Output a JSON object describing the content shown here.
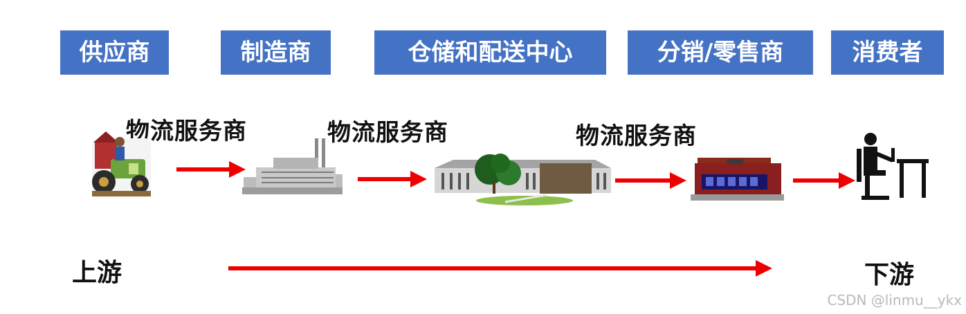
{
  "stages": [
    {
      "label": "供应商"
    },
    {
      "label": "制造商"
    },
    {
      "label": "仓储和配送中心"
    },
    {
      "label": "分销/零售商"
    },
    {
      "label": "消费者"
    }
  ],
  "logistics_labels": [
    "物流服务商",
    "物流服务商",
    "物流服务商"
  ],
  "flow": {
    "upstream": "上游",
    "downstream": "下游"
  },
  "watermark": "CSDN @linmu__ykx",
  "colors": {
    "stage_fill": "#4472c4",
    "arrow": "#ee0000",
    "text": "#111111"
  },
  "icons": [
    "farmer-tractor-icon",
    "factory-icon",
    "warehouse-icon",
    "store-icon",
    "consumer-desk-icon"
  ]
}
